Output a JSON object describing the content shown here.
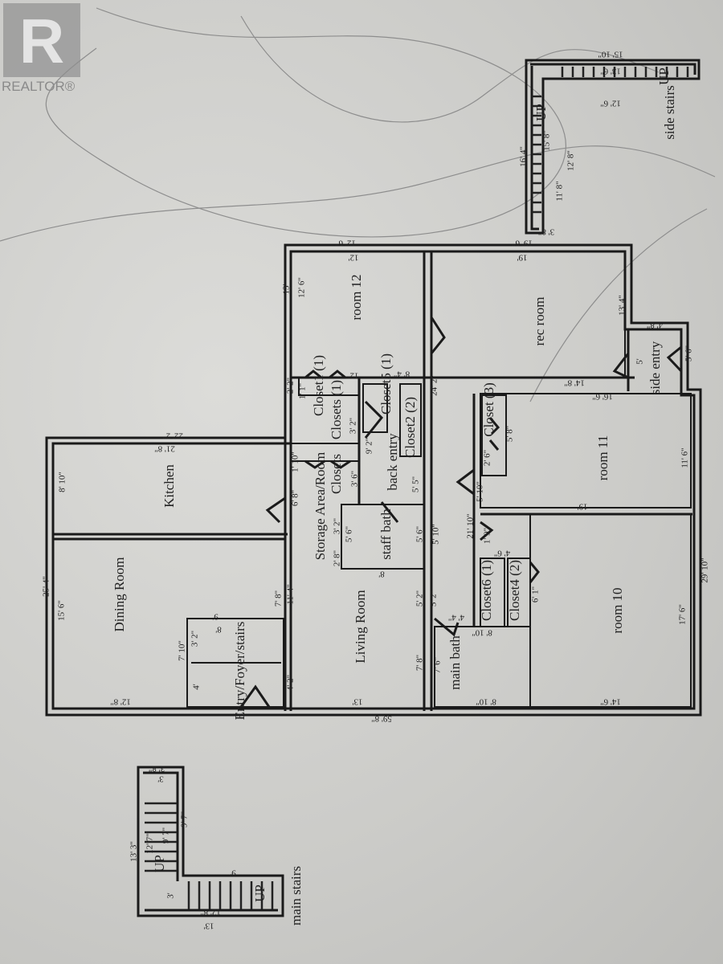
{
  "logo": {
    "mark": "R",
    "text": "REALTOR®"
  },
  "rooms": [
    "room 12",
    "rec room",
    "side entry",
    "Closet1 (1)",
    "Closet5 (1)",
    "Closet2 (2)",
    "Closets (1)",
    "back entry",
    "Closet (3)",
    "room 11",
    "Kitchen",
    "Storage Area/Room",
    "Closets",
    "staff bath",
    "Dining Room",
    "Living Room",
    "Entry/Foyer/stairs",
    "main bath",
    "Closet6 (1)",
    "Closet4 (2)",
    "room 10",
    "side stairs",
    "main stairs",
    "UP",
    "UP",
    "UP",
    "UP"
  ],
  "dimensions": [
    "12' 6\"",
    "19' 6\"",
    "12'",
    "19'",
    "12'",
    "14' 8\"",
    "4' 8\"",
    "16' 6\"",
    "19'",
    "22' 2\"",
    "21' 8\"",
    "9'",
    "8'",
    "8'",
    "12' 8\"",
    "13'",
    "59' 8\"",
    "8' 10\"",
    "14' 6\"",
    "8' 10\"",
    "4' 4\"",
    "4' 6\"",
    "15' 10\"",
    "13' 6\"",
    "12' 6\"",
    "3' 8\"",
    "3' 8\"",
    "3'",
    "9'",
    "12' 8\"",
    "13'",
    "13'",
    "12' 6\"",
    "2' 2\"",
    "1' 1\"",
    "24' 2\"",
    "13' 4\"",
    "8' 4\"",
    "5'",
    "5' 6\"",
    "5' 8\"",
    "2' 6\"",
    "5' 10\"",
    "21' 10\"",
    "11' 6\"",
    "29' 10\"",
    "17' 6\"",
    "5' 10\"",
    "9' 2\"",
    "5' 5\"",
    "3' 2\"",
    "1' 10\"",
    "6' 8\"",
    "3' 6\"",
    "3' 2\"",
    "2' 8\"",
    "5' 6\"",
    "5' 6\"",
    "5' 2\"",
    "5' 2\"",
    "7' 8\"",
    "7' 6\"",
    "11' 4\"",
    "4' 2\"",
    "7' 8\"",
    "7' 10\"",
    "3' 2\"",
    "4'",
    "15' 6\"",
    "8' 10\"",
    "25' 4\"",
    "6' 1\"",
    "1' 9\"",
    "16' 4\"",
    "15' 8\"",
    "11' 8\"",
    "12' 8\"",
    "13' 3\"",
    "12' 7\"",
    "9' 7\"",
    "9' 7\"",
    "3'"
  ]
}
